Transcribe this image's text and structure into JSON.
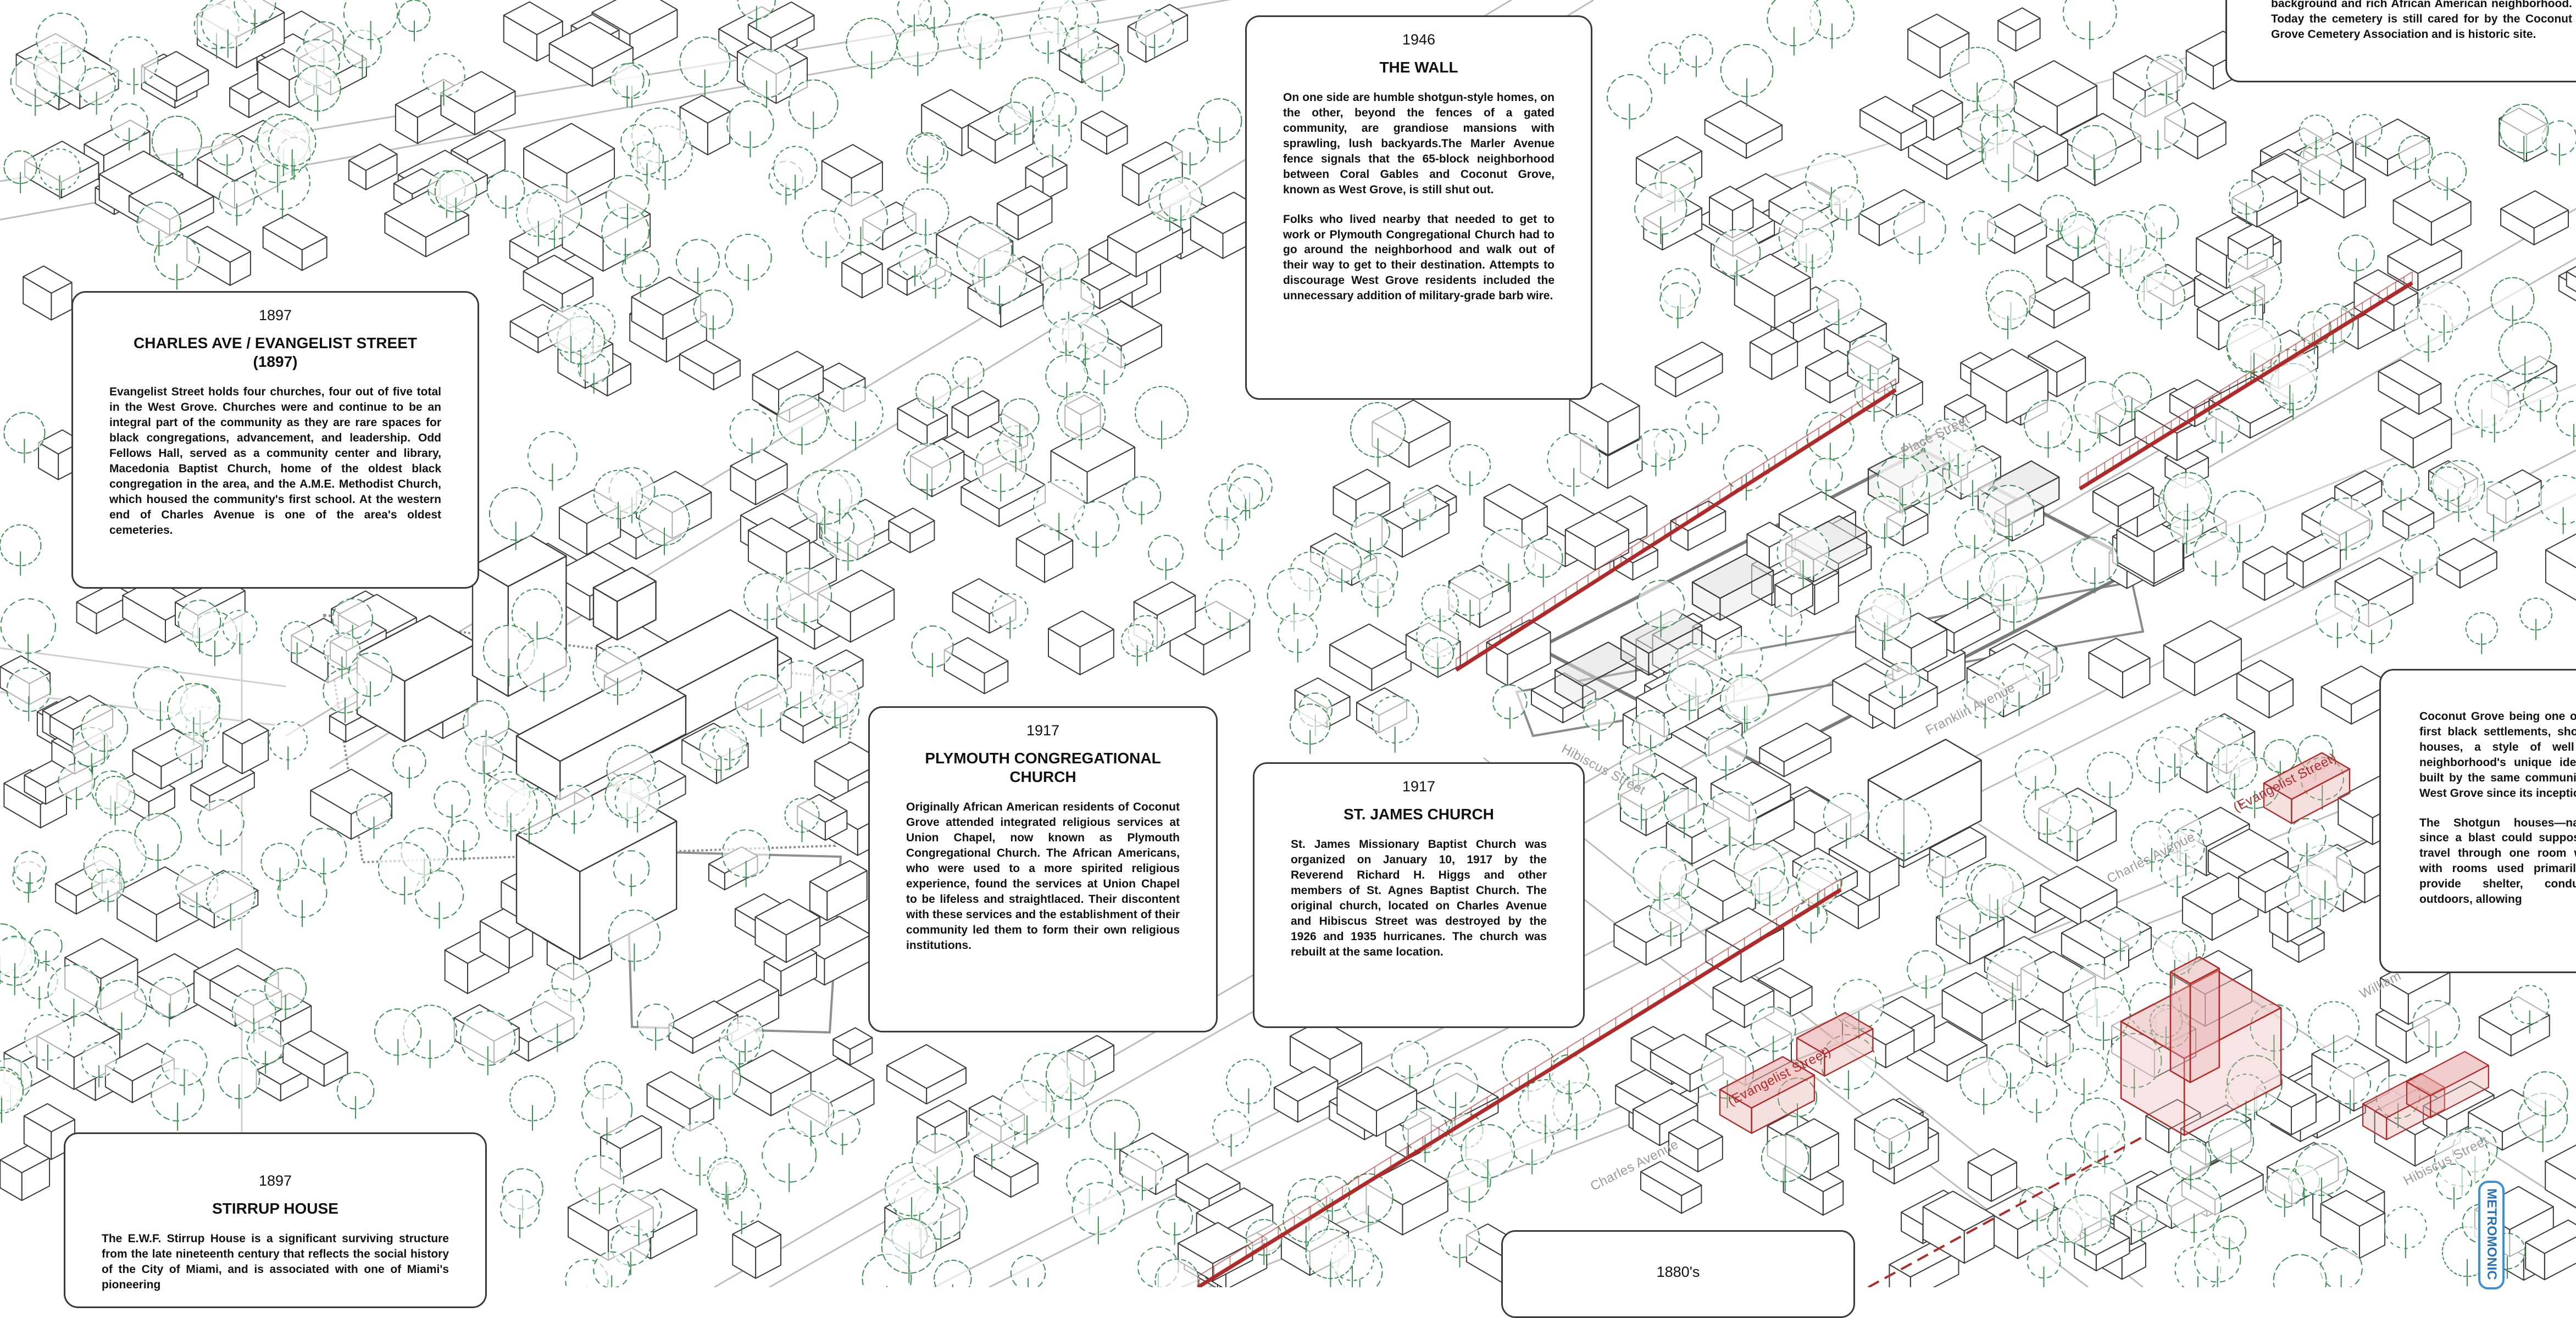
{
  "colors": {
    "line": "#3a3a3a",
    "tree": "#3b8f54",
    "highlight": "#b02a2a",
    "street": "#9a9a9a",
    "metro": "#3f8fd6"
  },
  "cards": [
    {
      "id": "stirrup-house-top",
      "year": "",
      "title": "",
      "paragraphs": [
        "background and rich African American neighborhood. Today the cemetery is still cared for by the Coconut Grove Cemetery Association and is historic site."
      ]
    },
    {
      "id": "the-wall",
      "year": "1946",
      "title": "THE WALL",
      "paragraphs": [
        "On one side are humble shotgun-style homes, on the other, beyond the fences of a gated community, are grandiose mansions with sprawling, lush backyards.The Marler Avenue fence signals that the 65-block neighborhood between Coral Gables and Coconut Grove, known as West Grove, is still shut out.",
        "Folks who lived nearby that needed to get to work or Plymouth Congregational Church had to go around the neighborhood and walk out of their way to get to their destination. Attempts to discourage West Grove residents included the unnecessary addition of military-grade barb wire."
      ]
    },
    {
      "id": "charles-ave",
      "year": "1897",
      "title": "CHARLES AVE / EVANGELIST STREET (1897)",
      "paragraphs": [
        "Evangelist Street holds four churches, four out of five total in the West Grove. Churches were and continue to be an integral part of the community as they are rare spaces for black congregations, advancement, and leadership. Odd Fellows Hall, served as a community center and library, Macedonia Baptist Church, home of the oldest black congregation in the area, and the A.M.E. Methodist Church, which housed the community's first school. At the western end of Charles Avenue is one of the area's oldest cemeteries."
      ]
    },
    {
      "id": "plymouth",
      "year": "1917",
      "title": "PLYMOUTH CONGREGATIONAL CHURCH",
      "paragraphs": [
        "Originally African American residents of Coconut Grove attended integrated religious services at Union Chapel, now known as Plymouth Congregational Church. The African Americans, who were used to a more spirited religious experience, found the services at Union Chapel to be lifeless and straightlaced. Their discontent with these services and the establishment of their community led them to form their own religious institutions."
      ]
    },
    {
      "id": "st-james",
      "year": "1917",
      "title": "ST. JAMES CHURCH",
      "paragraphs": [
        "St. James Missionary Baptist Church was organized on January 10, 1917 by the Reverend Richard H. Higgs and other members of St. Agnes Baptist Church. The original church, located on Charles Avenue and Hibiscus Street was destroyed by the 1926 and 1935 hurricanes. The church was rebuilt at the same location."
      ]
    },
    {
      "id": "shotgun",
      "year": "",
      "title": "",
      "paragraphs": [
        "Coconut Grove being one of the first black settlements, shotgun houses, a style of well the neighborhood's unique identity, built by the same community of West Grove since its inception.",
        "The Shotgun houses—named since a blast could supposedly travel through one room wide, with rooms used primarily to provide shelter, conducted outdoors, allowing"
      ]
    },
    {
      "id": "stirrup-house",
      "year": "1897",
      "title": "STIRRUP HOUSE",
      "paragraphs": [
        "The E.W.F. Stirrup House is a significant surviving structure from the late nineteenth century that reflects the social history of the City of Miami, and is associated with one of Miami's pioneering"
      ]
    },
    {
      "id": "eighteen-eighties",
      "year": "1880's",
      "title": "",
      "paragraphs": []
    }
  ],
  "labels": {
    "place_street": "Place Street",
    "franklin_avenue": "Franklin Avenue",
    "hibiscus_street": "Hibiscus Street",
    "charles_avenue_right": "Charles Avenue",
    "evangelist_street_right": "(Evangelist Street)",
    "charles_avenue_left": "Charles Avenue",
    "evangelist_street_left": "(Evangelist Street)",
    "william": "William",
    "hibiscus_street_right": "Hibiscus Street",
    "metrorail": "METROMONIC"
  }
}
